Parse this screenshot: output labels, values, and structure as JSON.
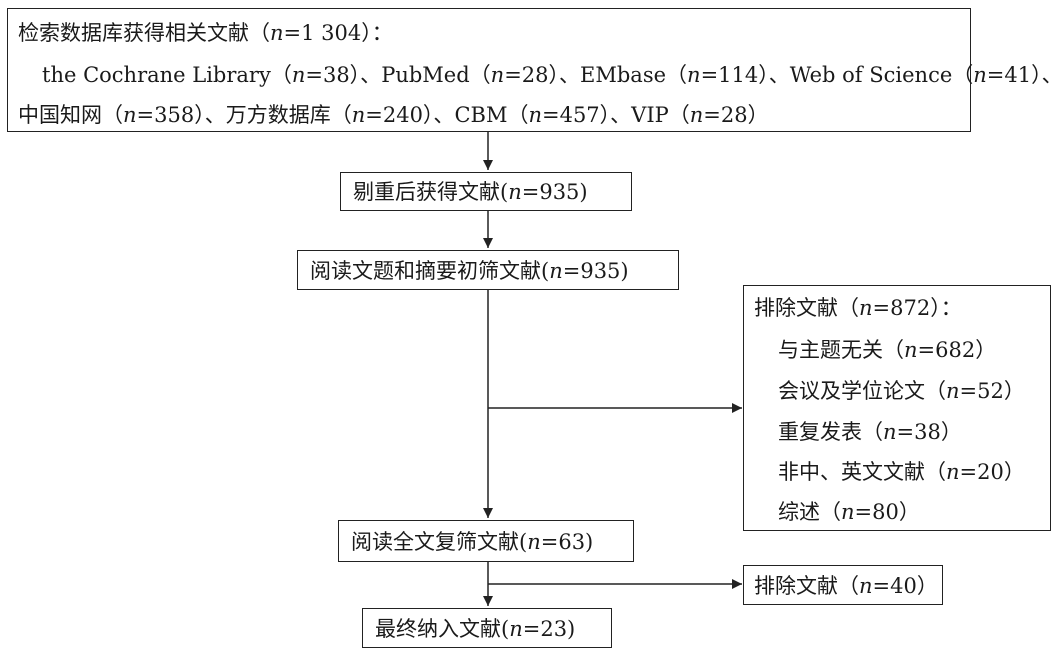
{
  "search": {
    "line1": {
      "pre": "检索数据库获得相关文献（",
      "n": "n",
      "post": "=1 304）："
    },
    "line2": [
      {
        "pre": "the Cochrane Library（",
        "n": "n",
        "post": "=38）、"
      },
      {
        "pre": "PubMed（",
        "n": "n",
        "post": "=28）、"
      },
      {
        "pre": "EMbase（",
        "n": "n",
        "post": "=114）、"
      },
      {
        "pre": "Web of Science（",
        "n": "n",
        "post": "=41）、"
      }
    ],
    "line3": [
      {
        "pre": "中国知网（",
        "n": "n",
        "post": "=358）、"
      },
      {
        "pre": "万方数据库（",
        "n": "n",
        "post": "=240）、"
      },
      {
        "pre": "CBM（",
        "n": "n",
        "post": "=457）、"
      },
      {
        "pre": "VIP（",
        "n": "n",
        "post": "=28）"
      }
    ]
  },
  "dedup": {
    "pre": "剔重后获得文献(",
    "n": "n",
    "post": "=935)"
  },
  "screen1": {
    "pre": "阅读文题和摘要初筛文献(",
    "n": "n",
    "post": "=935)"
  },
  "exclude1": {
    "title": {
      "pre": "排除文献（",
      "n": "n",
      "post": "=872）："
    },
    "items": [
      {
        "pre": "与主题无关（",
        "n": "n",
        "post": "=682）"
      },
      {
        "pre": "会议及学位论文（",
        "n": "n",
        "post": "=52）"
      },
      {
        "pre": "重复发表（",
        "n": "n",
        "post": "=38）"
      },
      {
        "pre": "非中、英文文献（",
        "n": "n",
        "post": "=20）"
      },
      {
        "pre": "综述（",
        "n": "n",
        "post": "=80）"
      }
    ]
  },
  "screen2": {
    "pre": "阅读全文复筛文献(",
    "n": "n",
    "post": "=63)"
  },
  "exclude2": {
    "pre": "排除文献（",
    "n": "n",
    "post": "=40）"
  },
  "final": {
    "pre": "最终纳入文献(",
    "n": "n",
    "post": "=23)"
  }
}
